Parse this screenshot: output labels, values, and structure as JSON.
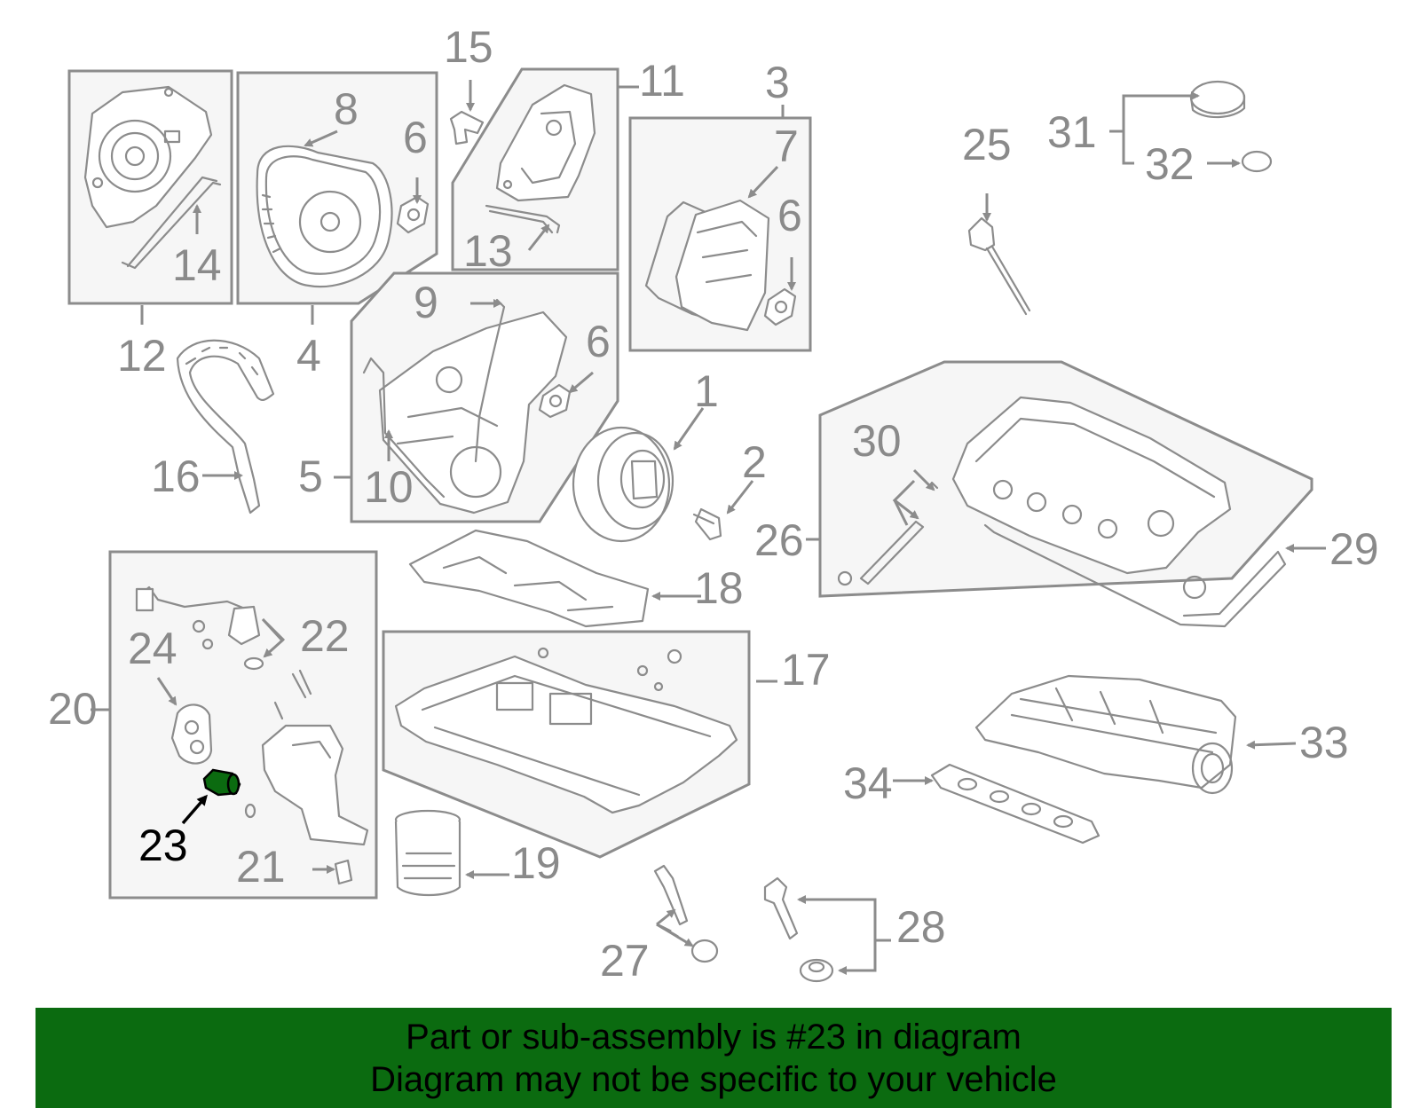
{
  "diagram": {
    "callouts": {
      "c1": "1",
      "c2": "2",
      "c3": "3",
      "c4": "4",
      "c5": "5",
      "c6a": "6",
      "c6b": "6",
      "c6c": "6",
      "c7": "7",
      "c8": "8",
      "c9": "9",
      "c10": "10",
      "c11": "11",
      "c12": "12",
      "c13": "13",
      "c14": "14",
      "c15": "15",
      "c16": "16",
      "c17": "17",
      "c18": "18",
      "c19": "19",
      "c20": "20",
      "c21": "21",
      "c22": "22",
      "c23": "23",
      "c24": "24",
      "c25": "25",
      "c26": "26",
      "c27": "27",
      "c28": "28",
      "c29": "29",
      "c30": "30",
      "c31": "31",
      "c32": "32",
      "c33": "33",
      "c34": "34"
    },
    "highlighted_part": "23",
    "highlight_color": "#0b6b10"
  },
  "banner": {
    "line1": "Part or sub-assembly is #23 in diagram",
    "line2": "Diagram may not be specific to your vehicle",
    "background": "#0b6b10"
  }
}
